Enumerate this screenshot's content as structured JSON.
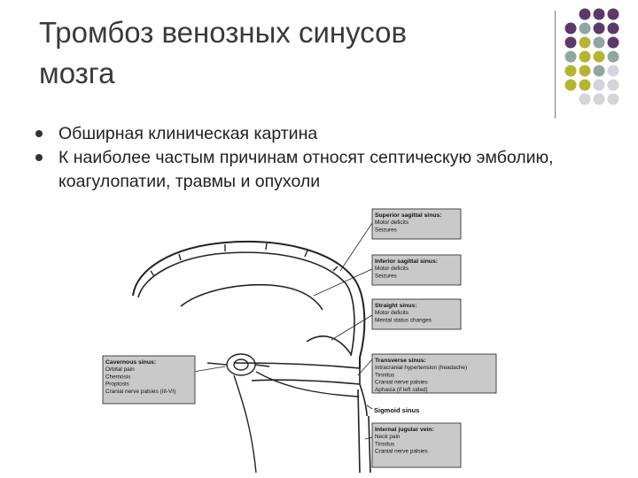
{
  "title_line1": "Тромбоз венозных синусов",
  "title_line2": "мозга",
  "bullets": [
    "Обширная клиническая картина",
    "К наиболее частым причинам относят септическую эмболию, коагулопатии, травмы и опухоли"
  ],
  "figure": {
    "boxes": [
      {
        "heading": "Superior sagittal sinus:",
        "lines": [
          "Motor deficits",
          "Seizures"
        ]
      },
      {
        "heading": "Inferior sagittal sinus:",
        "lines": [
          "Motor deficits",
          "Seizures"
        ]
      },
      {
        "heading": "Straight sinus:",
        "lines": [
          "Motor deficits",
          "Mental status changes"
        ]
      },
      {
        "heading": "Transverse sinus:",
        "lines": [
          "Intracranial hypertension (headache)",
          "Tinnitus",
          "Cranial nerve palsies",
          "Aphasia (if left sided)"
        ]
      },
      {
        "heading": "Cavernous sinus:",
        "lines": [
          "Orbital pain",
          "Chemosis",
          "Proptosis",
          "Cranial nerve palsies (III-VI)"
        ]
      },
      {
        "heading": "Internal jugular vein:",
        "lines": [
          "Neck pain",
          "Tinnitus",
          "Cranial nerve palsies"
        ]
      }
    ],
    "sigmoid_label": "Sigmoid sinus"
  },
  "colors": {
    "purple": "#5b3a6b",
    "olive": "#b5b532",
    "teal": "#8fa6a3",
    "lightgray": "#d4d4dc",
    "box_fill": "#c9c9c9"
  }
}
